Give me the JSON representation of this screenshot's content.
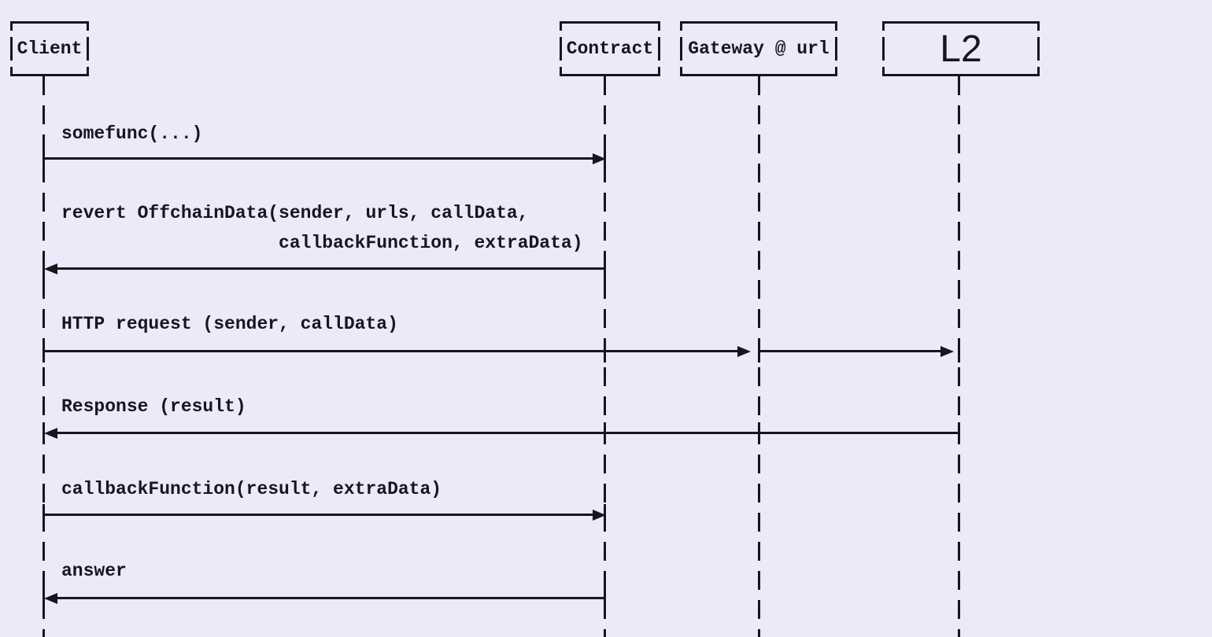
{
  "actors": [
    {
      "id": "client",
      "label": "Client"
    },
    {
      "id": "contract",
      "label": "Contract"
    },
    {
      "id": "gateway",
      "label": "Gateway @ url"
    },
    {
      "id": "l2",
      "label": "L2"
    }
  ],
  "messages": [
    {
      "from": "Client",
      "to": "Contract",
      "direction": "right",
      "label": "somefunc(...)"
    },
    {
      "from": "Contract",
      "to": "Client",
      "direction": "left",
      "label": "revert OffchainData(sender, urls, callData,\n                    callbackFunction, extraData)"
    },
    {
      "from": "Client",
      "to": "Gateway @ url",
      "direction": "right",
      "label": "HTTP request (sender, callData)",
      "second_hop": {
        "from": "Gateway @ url",
        "to": "L2"
      }
    },
    {
      "from": "L2",
      "to": "Client",
      "direction": "left",
      "label": "Response (result)"
    },
    {
      "from": "Client",
      "to": "Contract",
      "direction": "right",
      "label": "callbackFunction(result, extraData)"
    },
    {
      "from": "Contract",
      "to": "Client",
      "direction": "left",
      "label": "answer"
    }
  ],
  "colors": {
    "background": "#EAEAF8",
    "line": "#16161E"
  }
}
